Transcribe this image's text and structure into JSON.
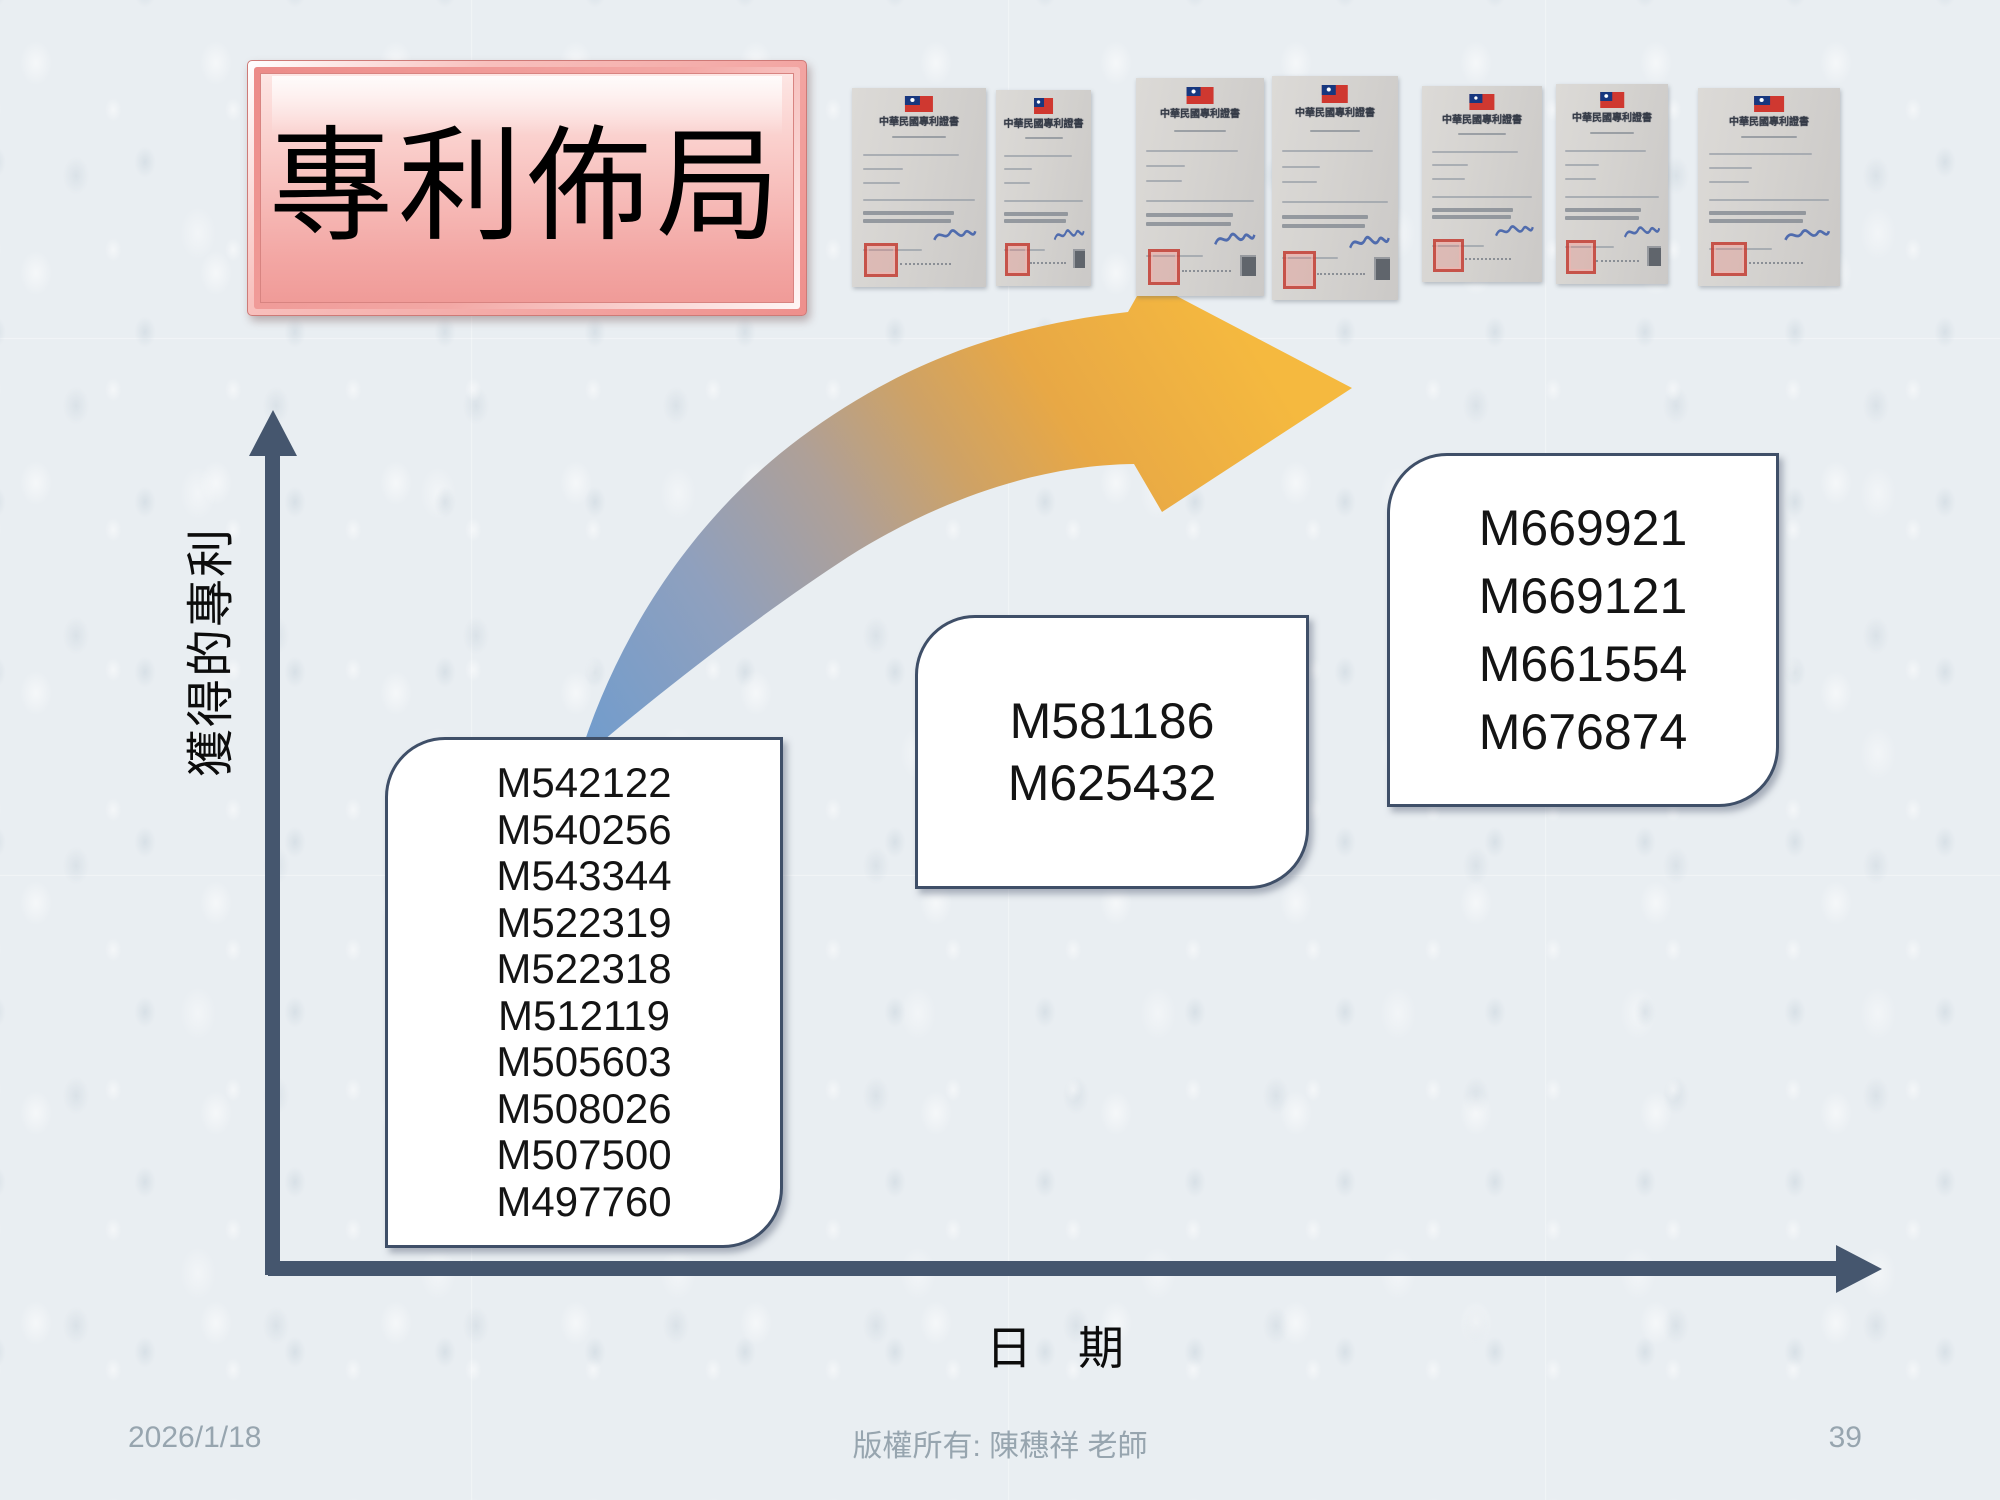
{
  "slide": {
    "title": "專利佈局",
    "footer": {
      "date": "2026/1/18",
      "copyright": "版權所有: 陳穗祥 老師",
      "page": "39"
    }
  },
  "diagram": {
    "y_axis_label": "獲得的專利",
    "x_axis_label": "日　期",
    "axis_color": "#45566E",
    "arrow_gradient_start": "#6F9CCE",
    "arrow_gradient_end": "#F5B93F"
  },
  "patent_groups": [
    {
      "name": "group-1",
      "patents": [
        "M542122",
        "M540256",
        "M543344",
        "M522319",
        "M522318",
        "M512119",
        "M505603",
        "M508026",
        "M507500",
        "M497760"
      ]
    },
    {
      "name": "group-2",
      "patents": [
        "M581186",
        "M625432"
      ]
    },
    {
      "name": "group-3",
      "patents": [
        "M669921",
        "M669121",
        "M661554",
        "M676874"
      ]
    }
  ],
  "certificates": {
    "title": "中華民國專利證書",
    "count": 7,
    "items": [
      {
        "has_qr": false
      },
      {
        "has_qr": true
      },
      {
        "has_qr": true
      },
      {
        "has_qr": true
      },
      {
        "has_qr": false
      },
      {
        "has_qr": true
      },
      {
        "has_qr": false
      }
    ]
  },
  "colors": {
    "background": "#E9EEF2",
    "plaque_light": "#FDE6E4",
    "plaque_dark": "#F09B98",
    "box_border": "#3F4F68",
    "axis": "#45566E",
    "footer_text": "#97A5AF",
    "seal_red": "#C1392F",
    "flag_red": "#CF3830",
    "flag_blue": "#17377F",
    "signature_blue": "#3A5BA8"
  }
}
